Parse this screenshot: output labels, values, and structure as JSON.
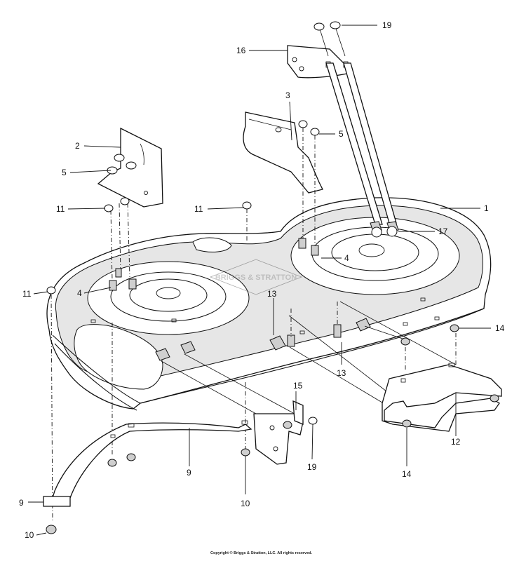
{
  "callouts": [
    "19",
    "16",
    "3",
    "5",
    "2",
    "5",
    "11",
    "11",
    "1",
    "17",
    "4",
    "4",
    "11",
    "13",
    "14",
    "13",
    "15",
    "12",
    "9",
    "19",
    "14",
    "10",
    "9",
    "10"
  ],
  "copyright": "Copyright © Briggs & Stratton, LLC. All rights reserved.",
  "watermark": "BRIGGS & STRATTON"
}
